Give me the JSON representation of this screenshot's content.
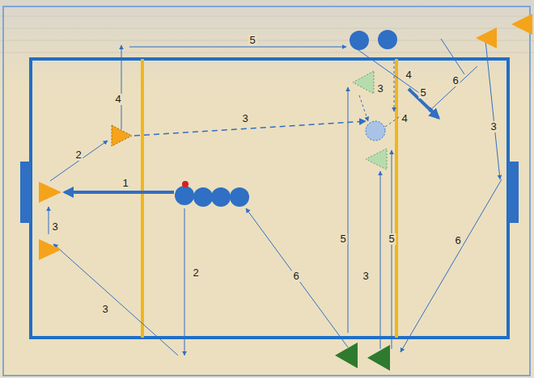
{
  "diagram": {
    "labels": [
      "5",
      "4",
      "3",
      "5",
      "6",
      "4",
      "3",
      "4",
      "3",
      "2",
      "1",
      "3",
      "5",
      "5",
      "6",
      "2",
      "6",
      "3",
      "3"
    ]
  }
}
